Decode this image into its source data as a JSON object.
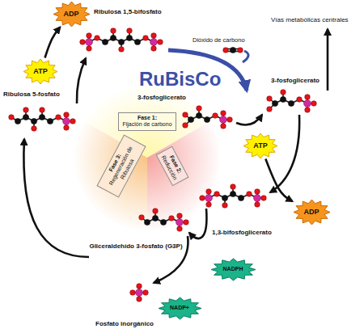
{
  "diagram": {
    "nodes": [
      {
        "text": [
          "ADP"
        ]
      },
      {
        "text": [
          "ATP"
        ]
      },
      {
        "text": [
          "Fase 1:",
          "Fijación de carbono"
        ]
      },
      {
        "text": [
          "Fase 3:",
          "Regeneración de Ribulosa"
        ]
      },
      {
        "text": [
          "Fase 2:",
          "Reducción"
        ]
      },
      {
        "text": [
          "ATP"
        ]
      },
      {
        "text": [
          "ADP"
        ]
      },
      {
        "text": [
          "NADPH"
        ]
      },
      {
        "text": [
          "NADP+"
        ]
      }
    ],
    "edges": [
      {
        "from": 1,
        "to": 0,
        "arrow": "to"
      },
      {
        "from": 5,
        "to": 6,
        "arrow": "to"
      }
    ],
    "labels": [
      "Ribulosa 1,5-bifosfato",
      "Dióxido de carbono",
      "Vías metabólicas centrales",
      "RuBisCo",
      "3-fosfoglicerato",
      "3-fosfoglicerato",
      "Ribulosa 5-fosfato",
      "1,3-bifosfoglicerato",
      "Gliceraldehído 3-fosfato (G3P)",
      "Fosfato inorgánico"
    ]
  }
}
